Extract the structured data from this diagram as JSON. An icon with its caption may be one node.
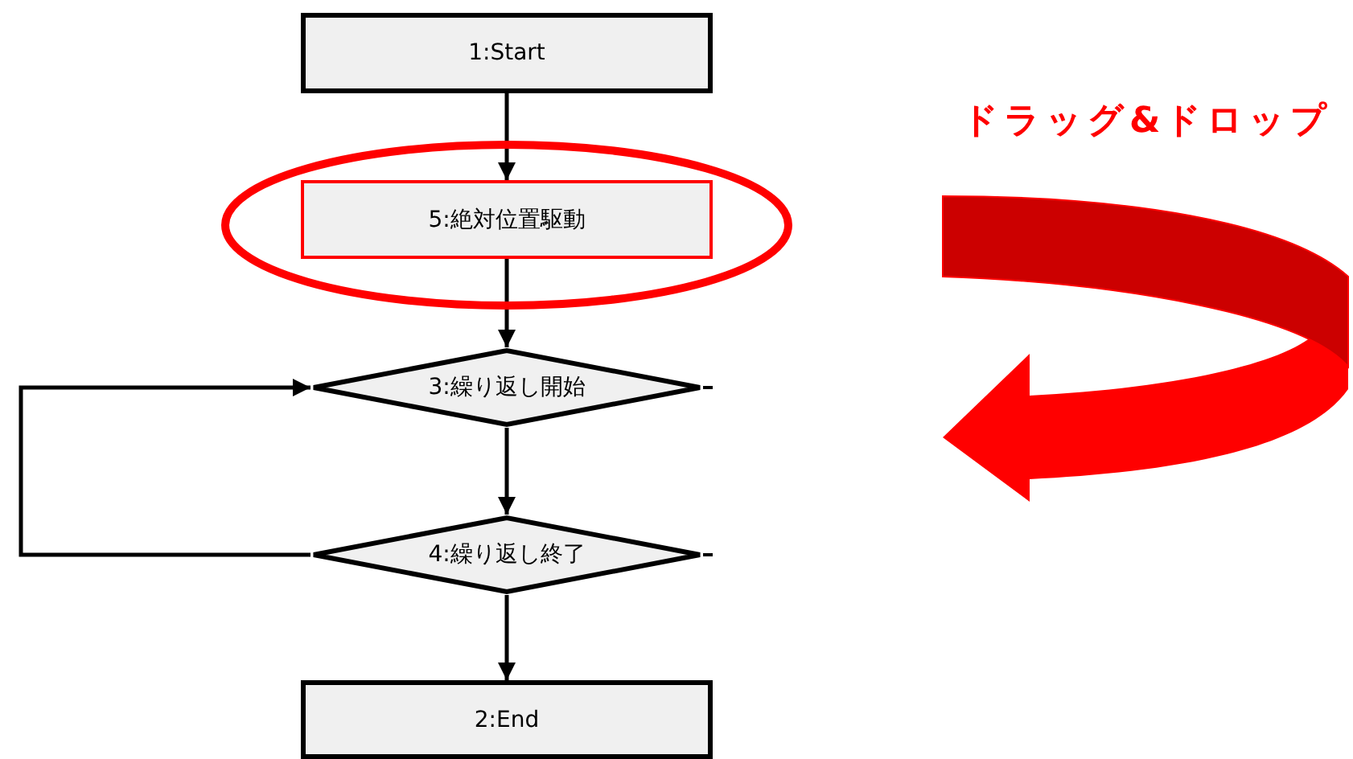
{
  "diagram": {
    "nodes": [
      {
        "text": [
          "1:Start"
        ]
      },
      {
        "text": [
          "5:絶対位置駆動"
        ]
      },
      {
        "text": [
          "3:繰り返し開始"
        ]
      },
      {
        "text": [
          "4:繰り返し終了"
        ]
      },
      {
        "text": [
          "2:End"
        ]
      }
    ],
    "edges": [
      {
        "from": 0,
        "to": 1,
        "arrow": "to"
      },
      {
        "from": 1,
        "to": 2,
        "arrow": "to"
      },
      {
        "from": 2,
        "to": 3,
        "arrow": "to"
      },
      {
        "from": 3,
        "to": 4,
        "arrow": "to"
      },
      {
        "from": 3,
        "to": 2,
        "arrow": "to"
      }
    ],
    "labels": [
      "ドラッグ&ドロップ"
    ]
  }
}
